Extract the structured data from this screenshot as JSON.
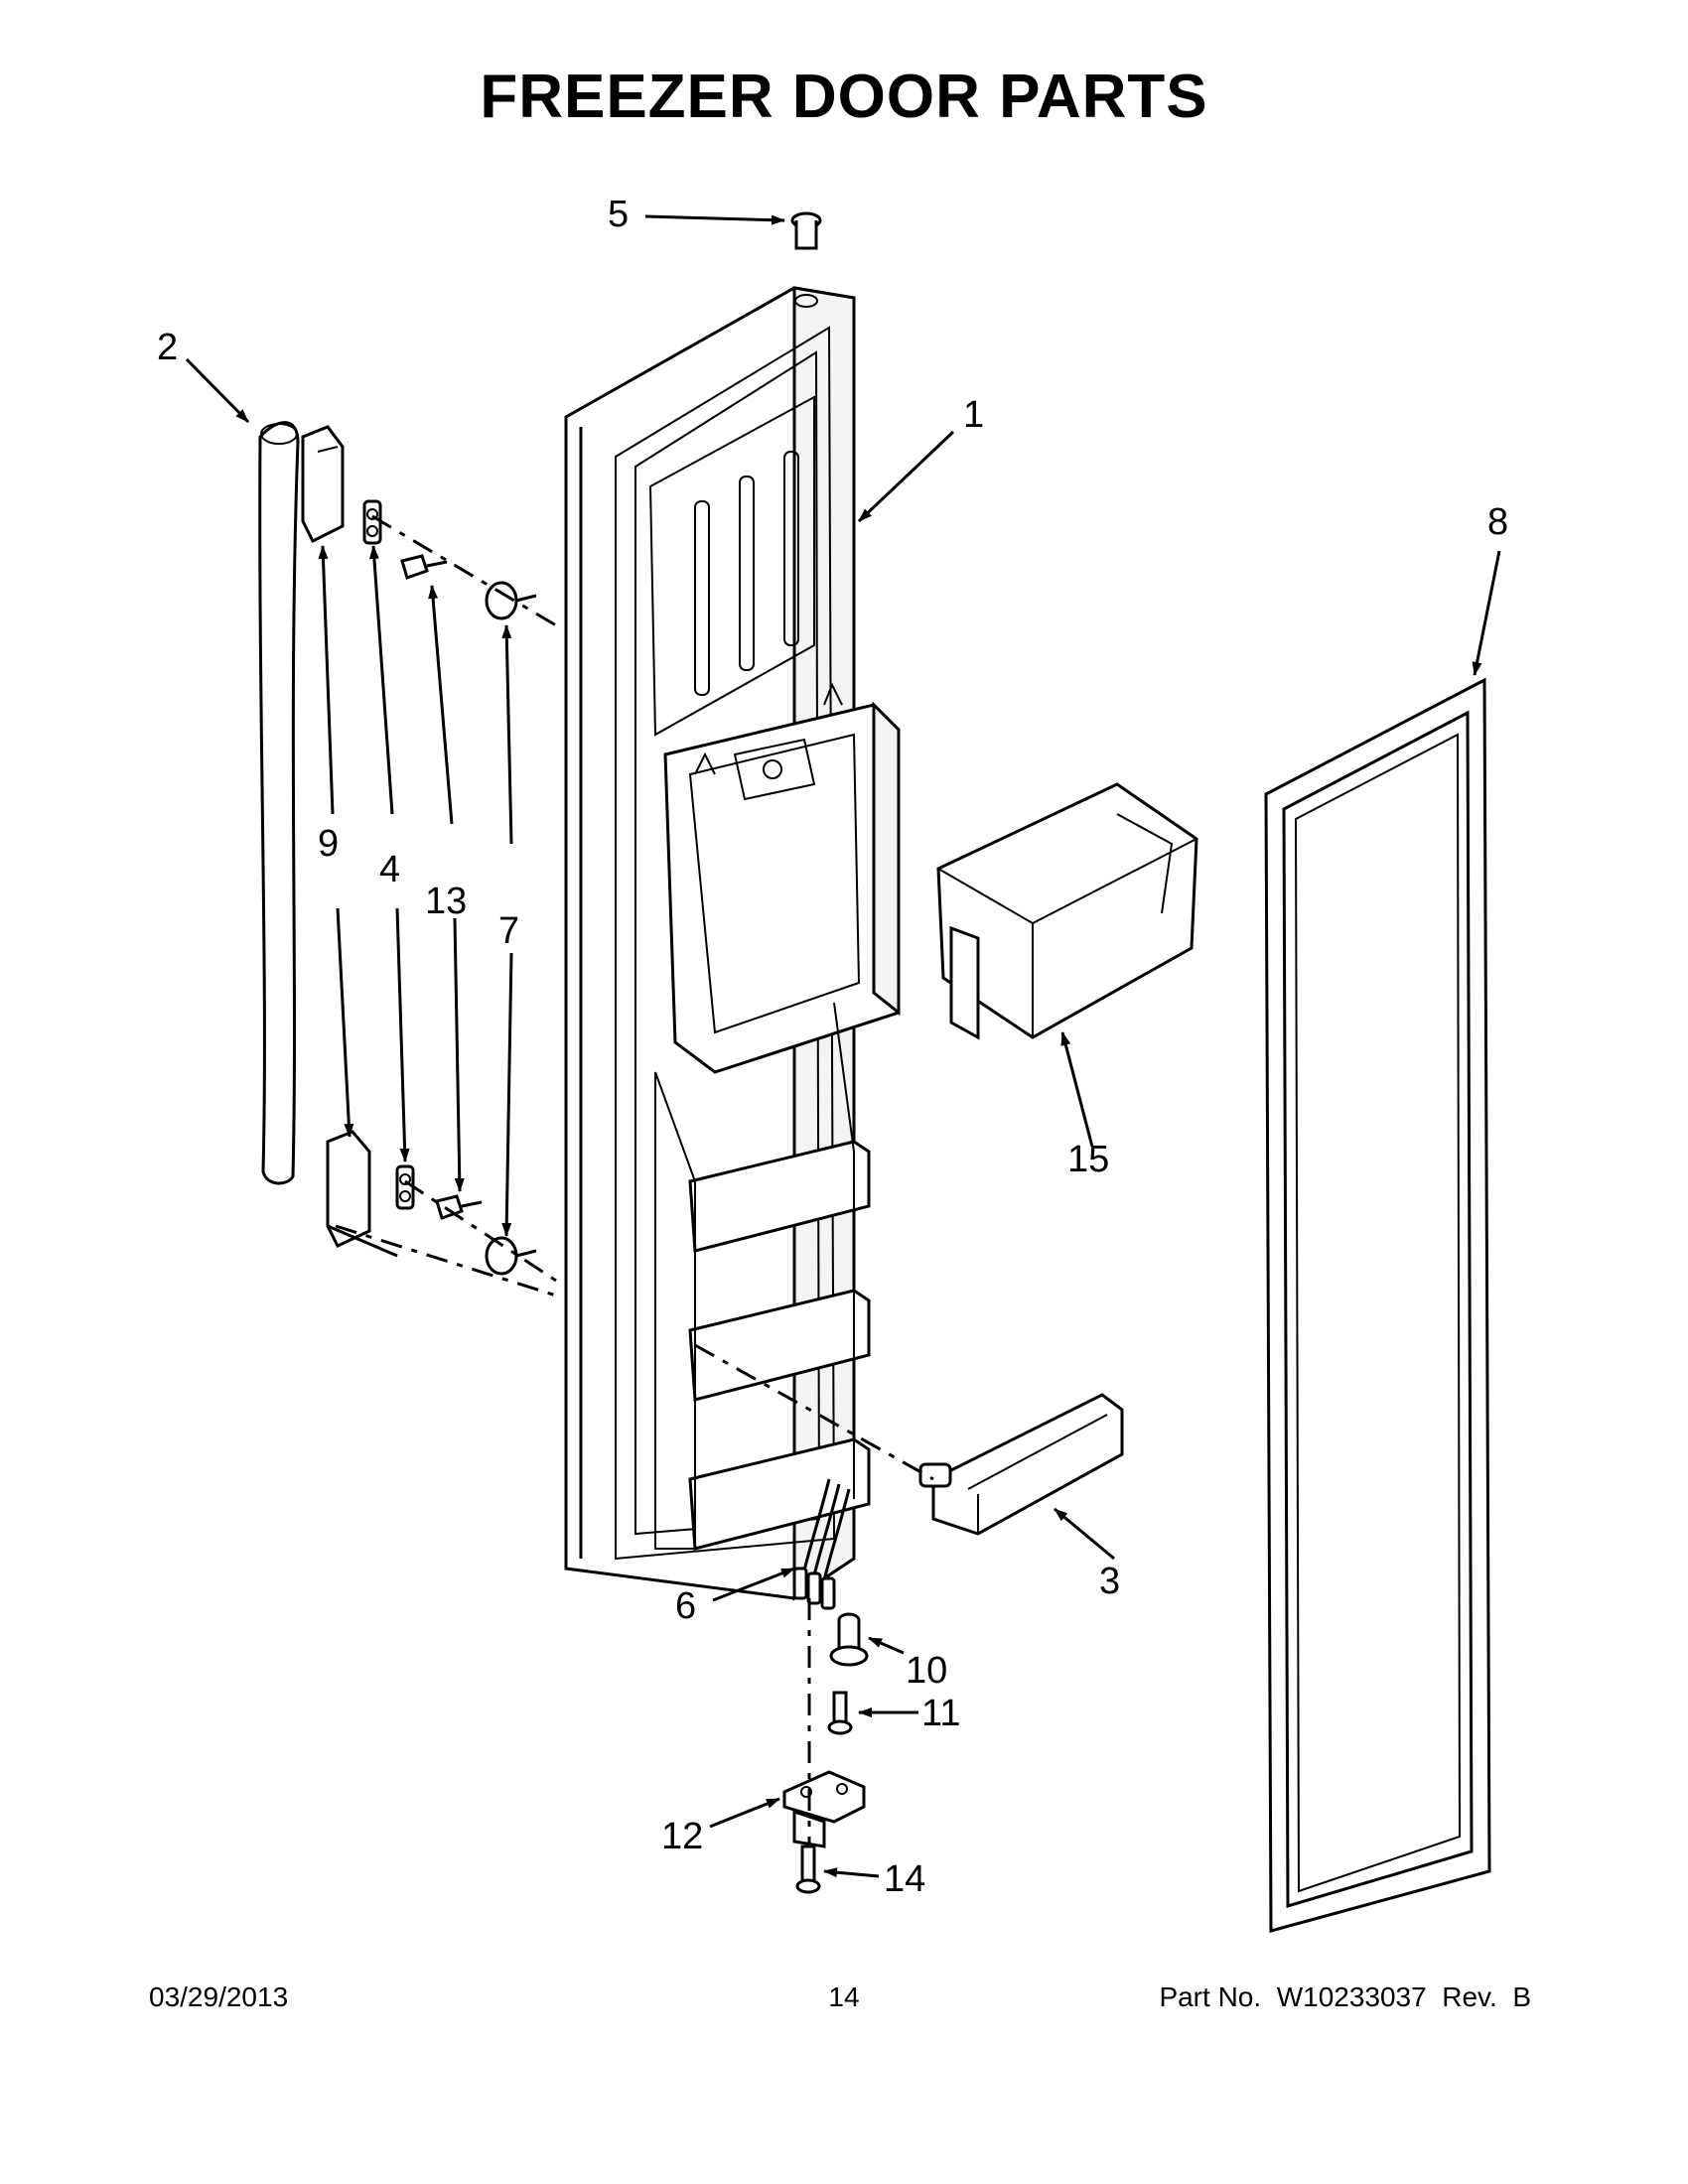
{
  "title": "FREEZER DOOR PARTS",
  "callouts": [
    {
      "id": "1",
      "label": "1"
    },
    {
      "id": "2",
      "label": "2"
    },
    {
      "id": "3",
      "label": "3"
    },
    {
      "id": "4",
      "label": "4"
    },
    {
      "id": "5",
      "label": "5"
    },
    {
      "id": "6",
      "label": "6"
    },
    {
      "id": "7",
      "label": "7"
    },
    {
      "id": "8",
      "label": "8"
    },
    {
      "id": "9",
      "label": "9"
    },
    {
      "id": "10",
      "label": "10"
    },
    {
      "id": "11",
      "label": "11"
    },
    {
      "id": "12",
      "label": "12"
    },
    {
      "id": "13",
      "label": "13"
    },
    {
      "id": "14",
      "label": "14"
    },
    {
      "id": "15",
      "label": "15"
    }
  ],
  "footer": {
    "date": "03/29/2013",
    "page": "14",
    "part_number": "Part No.  W10233037  Rev.  B"
  }
}
